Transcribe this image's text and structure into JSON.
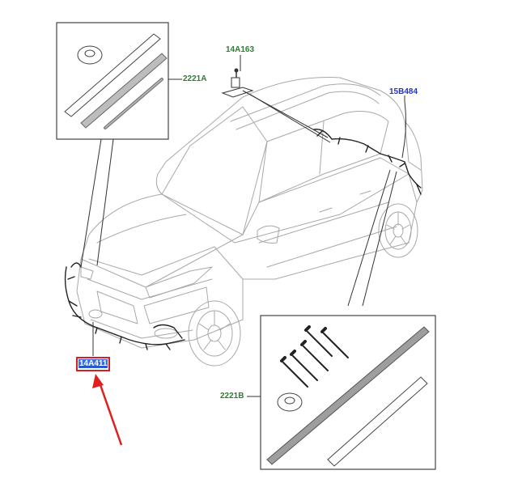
{
  "callouts": {
    "kit_front": "2221A",
    "sensor_bracket": "14A163",
    "rear_harness": "15B484",
    "front_harness": "14A411",
    "kit_rear": "2221B"
  },
  "colors": {
    "callout_green": "#2e7d32",
    "callout_blue": "#2233cc",
    "highlight_red": "#d0202a",
    "line_art": "#9a9a9a",
    "harness": "#222222"
  }
}
